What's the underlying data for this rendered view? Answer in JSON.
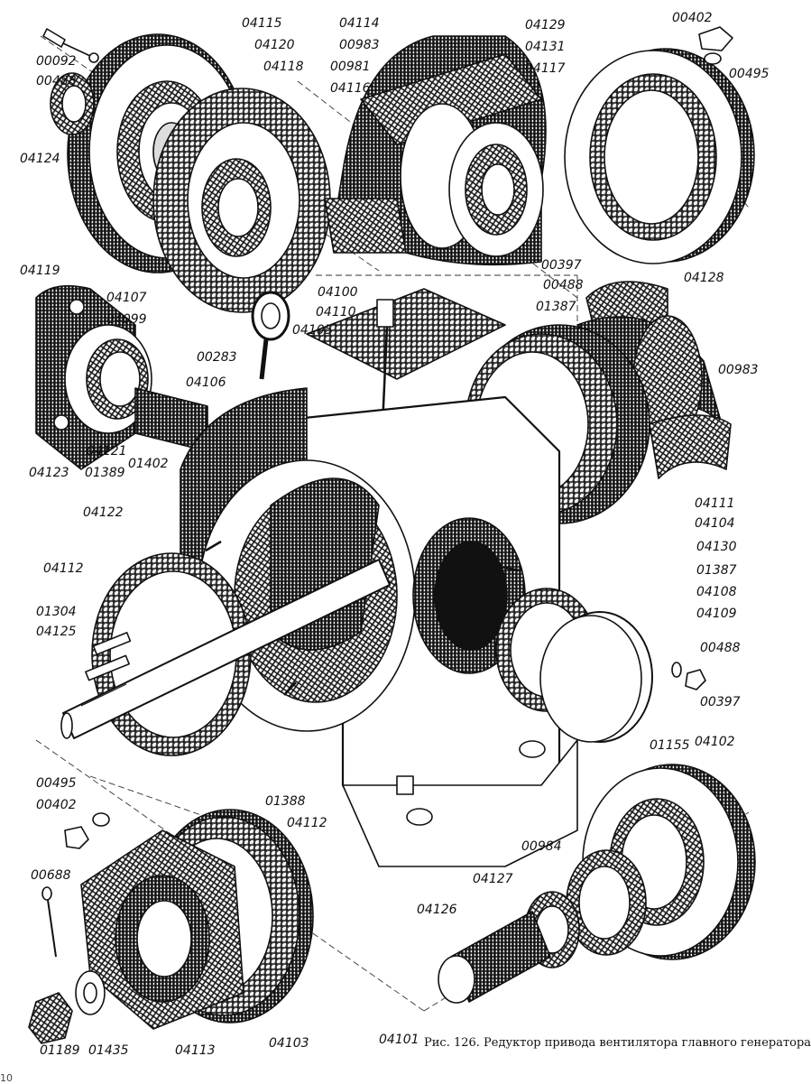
{
  "figure": {
    "caption": "Рис. 126. Редуктор привода вентилятора главного генератора",
    "page_number": "10"
  },
  "labels": [
    "00092",
    "00488",
    "04124",
    "04119",
    "04115",
    "04120",
    "04118",
    "04114",
    "00983",
    "00981",
    "04116",
    "04129",
    "04131",
    "04117",
    "00402",
    "00495",
    "04107",
    "04099",
    "00283",
    "04100",
    "04110",
    "04105",
    "04106",
    "00397",
    "00488",
    "01387",
    "04128",
    "00983",
    "04123",
    "04121",
    "01389",
    "01402",
    "04122",
    "04111",
    "04104",
    "04130",
    "04112",
    "01304",
    "04125",
    "01387",
    "04108",
    "04109",
    "00488",
    "00397",
    "01155",
    "04102",
    "01388",
    "00495",
    "00402",
    "04112",
    "00688",
    "00984",
    "04127",
    "04126",
    "01189",
    "01435",
    "04113",
    "04103",
    "04101"
  ]
}
